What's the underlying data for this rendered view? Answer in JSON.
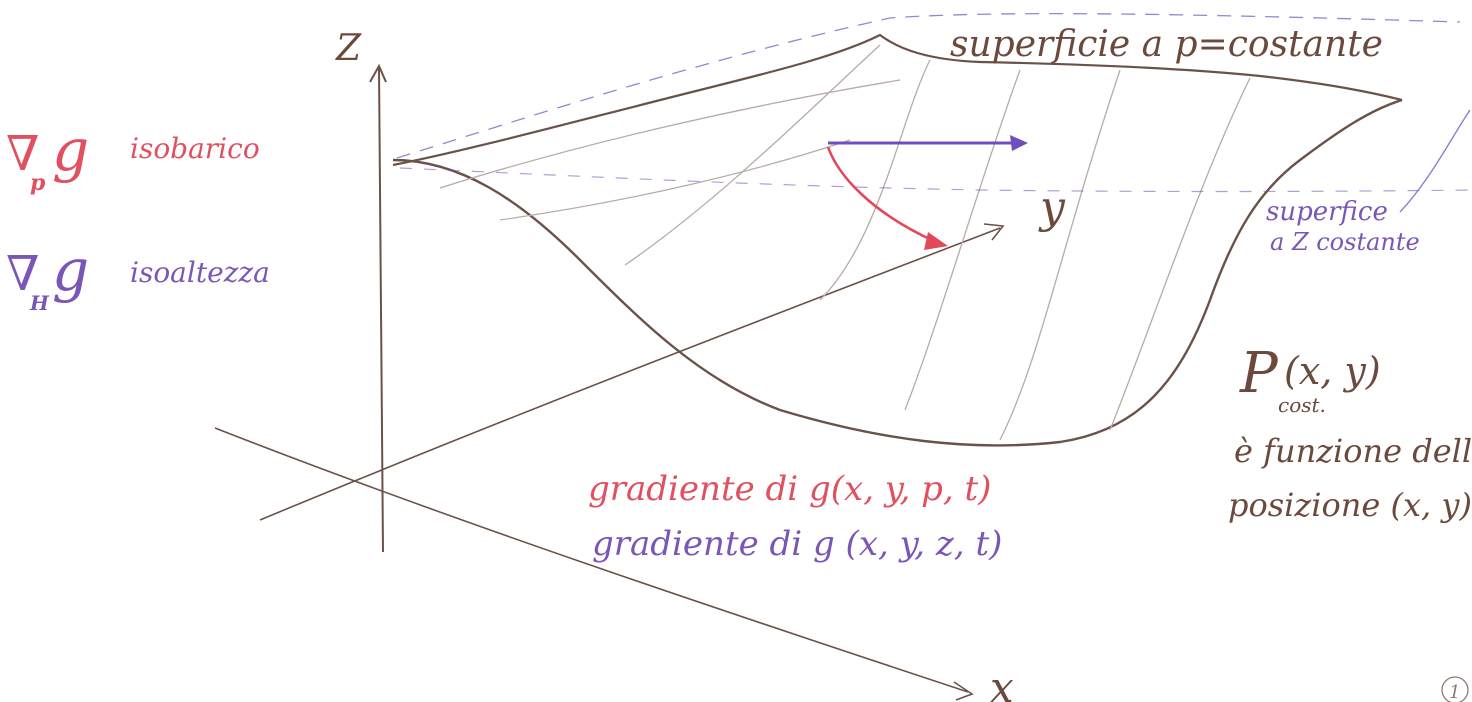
{
  "axes": {
    "z_label": "Z",
    "y_label": "y",
    "x_label": "x"
  },
  "surfaces": {
    "pressure": "superficie a p=costante",
    "height_line1": "superfice",
    "height_line2": "a Z costante"
  },
  "legend": {
    "isobaric": {
      "symbol": "∇",
      "subscript": "p",
      "var": "g",
      "label": "isobarico"
    },
    "isoheight": {
      "symbol": "∇",
      "subscript": "H",
      "var": "g",
      "label": "isoaltezza"
    }
  },
  "gradients": {
    "line1": "gradiente di  g(x, y, p, t)",
    "line2": "gradiente di  g (x, y, z, t)"
  },
  "note": {
    "p_main": "P",
    "p_args": "(x, y)",
    "p_sub": "cost.",
    "line2": "è funzione della",
    "line3": "posizione (x, y)"
  },
  "page_number": "1",
  "colors": {
    "brown": "#6b4a3d",
    "red": "#e0505f",
    "purple": "#7a56b6"
  }
}
